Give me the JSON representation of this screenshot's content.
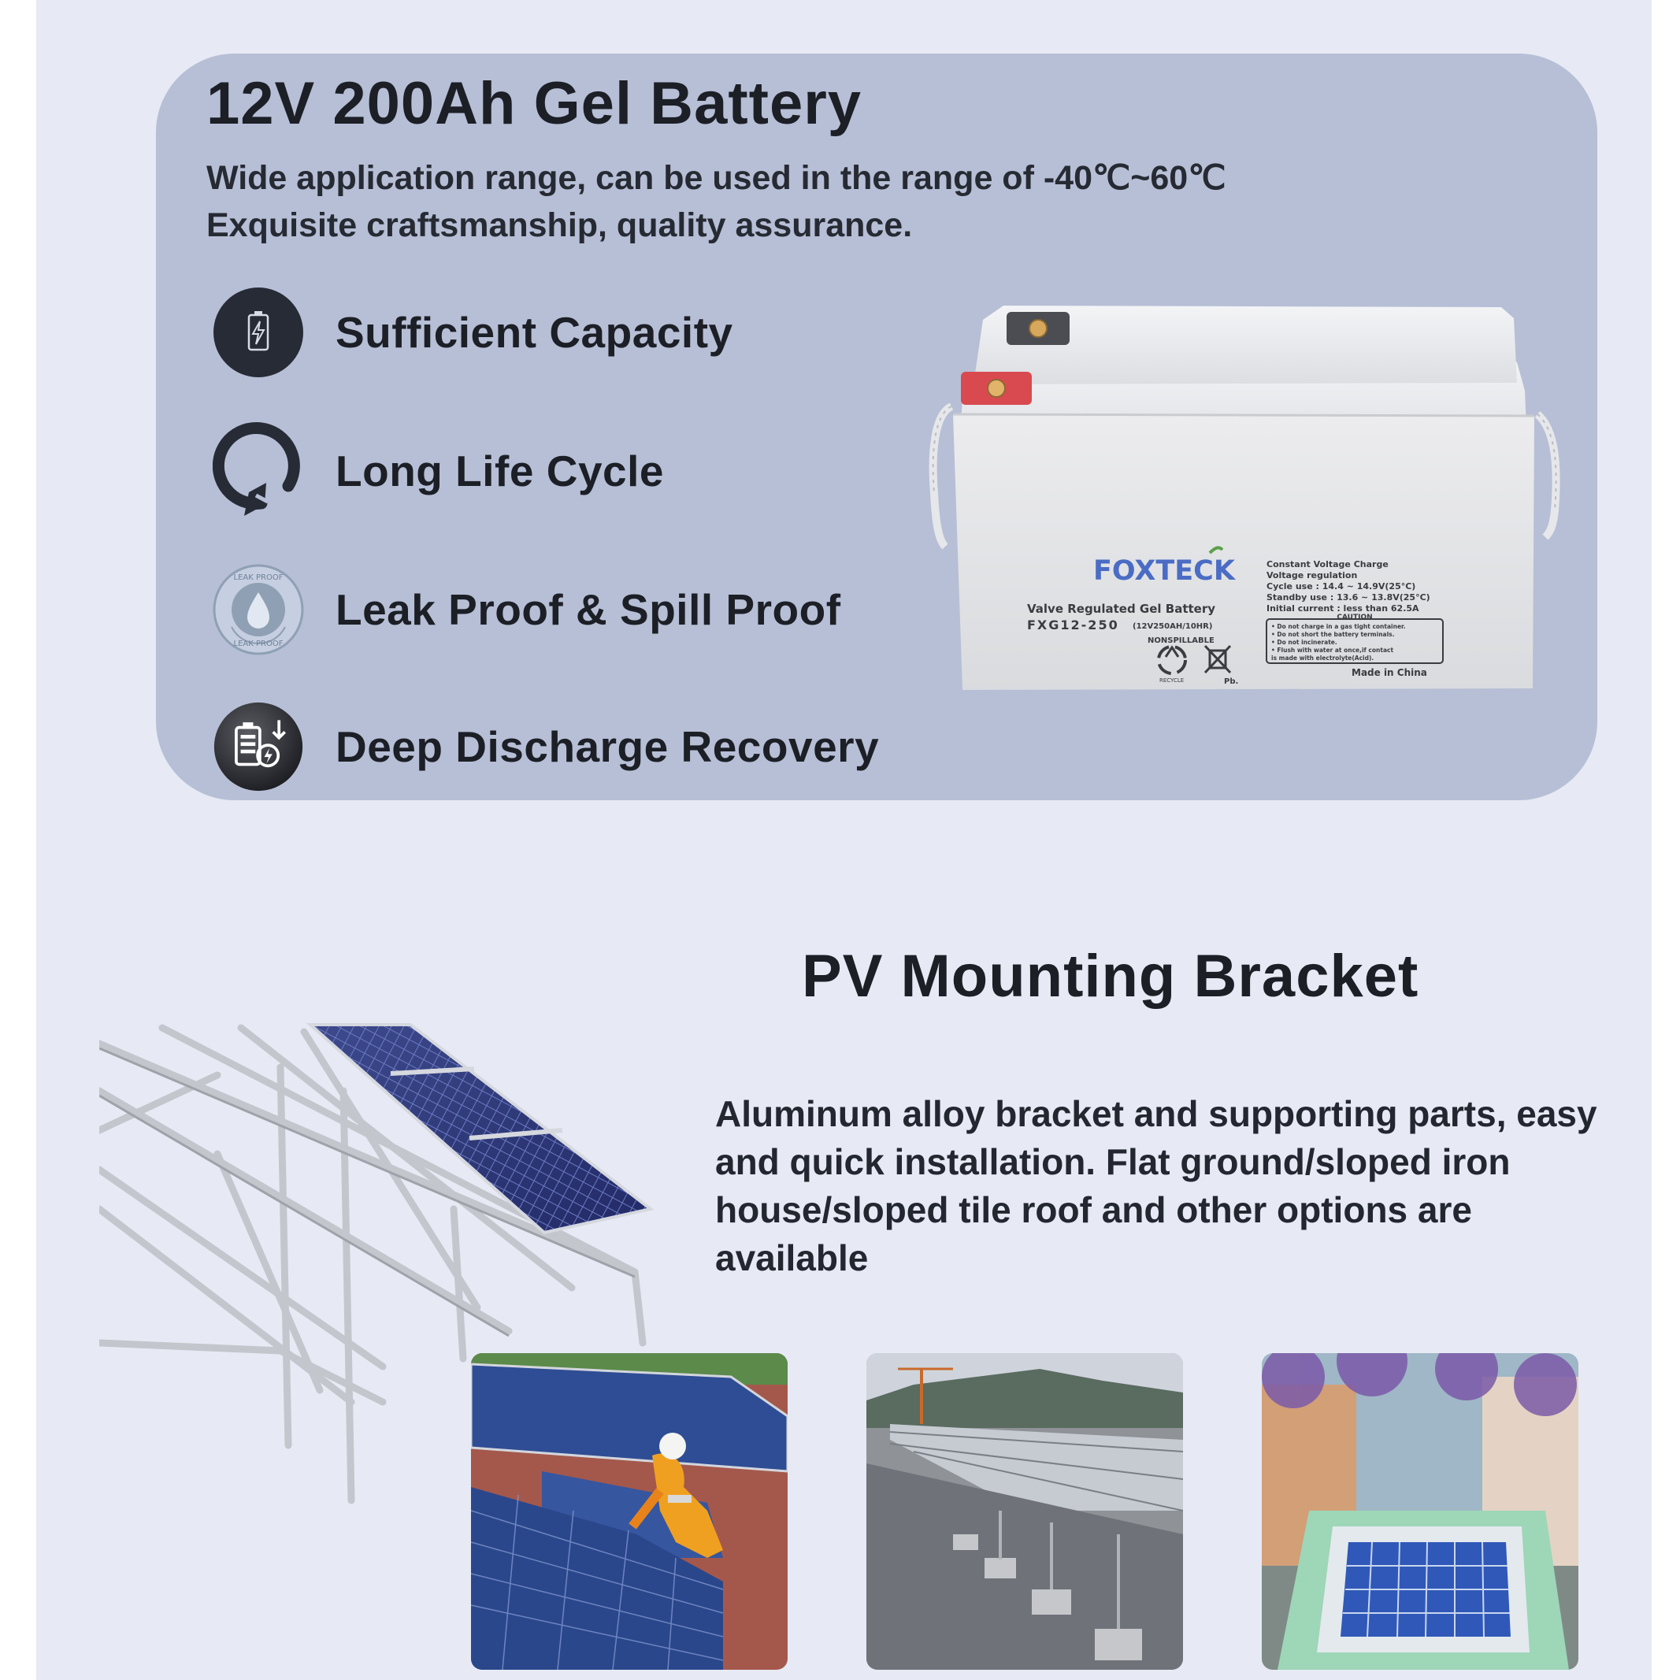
{
  "gel_battery": {
    "title": "12V 200Ah Gel Battery",
    "subtitle_line1": "Wide application range, can be used in the range of -40℃~60℃",
    "subtitle_line2": "Exquisite craftsmanship, quality assurance.",
    "features": [
      {
        "label": "Sufficient Capacity",
        "icon": "battery-charge-icon"
      },
      {
        "label": "Long Life Cycle",
        "icon": "cycle-arrow-icon"
      },
      {
        "label": "Leak Proof & Spill Proof",
        "icon": "leak-proof-badge-icon"
      },
      {
        "label": "Deep Discharge Recovery",
        "icon": "battery-discharge-icon"
      }
    ],
    "product_label": {
      "brand": "FOXTECK",
      "type": "Valve Regulated Gel Battery",
      "model": "FXG12-250",
      "rating": "(12V250AH/10HR)",
      "nonspillable": "NONSPILLABLE",
      "recycle": "RECYCLE",
      "pb": "Pb.",
      "spec_lines": [
        "Constant Voltage Charge",
        "Voltage regulation",
        "Cycle use     : 14.4 ~ 14.9V(25°C)",
        "Standby use : 13.6 ~ 13.8V(25°C)",
        "Initial current : less than 62.5A"
      ],
      "caution_title": "CAUTION",
      "caution_lines": [
        "• Do not charge in a gas tight container.",
        "• Do not short the battery terminals.",
        "• Do not incinerate.",
        "• Flush with water at once,if contact",
        "  is made with electrolyte(Acid)."
      ],
      "made_in": "Made in China"
    }
  },
  "pv_bracket": {
    "title": "PV Mounting Bracket",
    "description": "Aluminum alloy bracket and supporting parts, easy and quick installation. Flat ground/sloped iron house/sloped tile roof and other options are available",
    "photos": [
      "worker-on-roof-photo",
      "ground-mount-array-photo",
      "small-panel-street-photo"
    ]
  },
  "colors": {
    "page_bg": "#e7eaf4",
    "card_bg": "#b7bfd6",
    "text": "#1c1f26",
    "icon_dark": "#262b36"
  }
}
